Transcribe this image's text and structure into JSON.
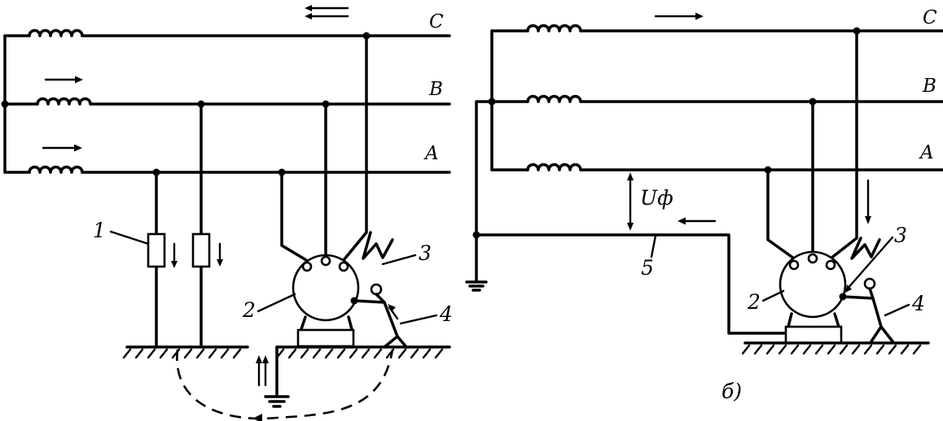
{
  "left": {
    "phases": [
      "C",
      "B",
      "A"
    ],
    "labels": {
      "leakage": "1",
      "motor": "2",
      "fault": "3",
      "person": "4"
    }
  },
  "right": {
    "phases": [
      "C",
      "B",
      "A"
    ],
    "labels": {
      "motor": "2",
      "fault": "3",
      "person": "4",
      "ground_wire": "5"
    },
    "voltage": "Uф",
    "caption": "б)"
  }
}
